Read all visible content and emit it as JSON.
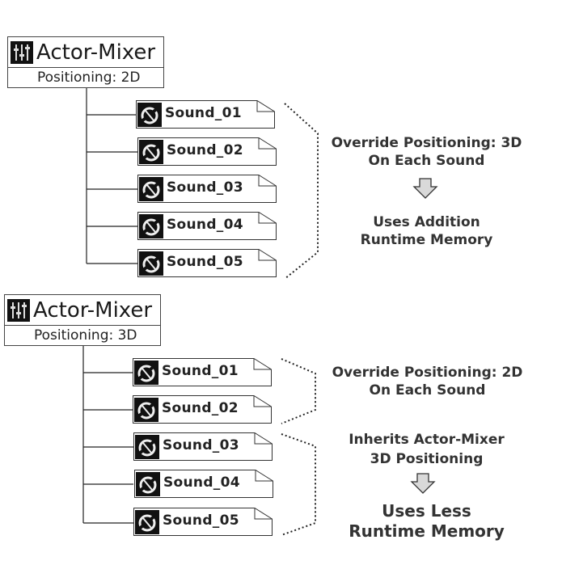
{
  "groups": [
    {
      "title": "Actor-Mixer",
      "positioning": "Positioning: 2D",
      "sounds": [
        "Sound_01",
        "Sound_02",
        "Sound_03",
        "Sound_04",
        "Sound_05"
      ],
      "notes": [
        {
          "line1": "Override Positioning: 3D",
          "line2": "On Each Sound"
        },
        {
          "line1": "Uses Addition",
          "line2": "Runtime Memory"
        }
      ]
    },
    {
      "title": "Actor-Mixer",
      "positioning": "Positioning: 3D",
      "sounds": [
        "Sound_01",
        "Sound_02",
        "Sound_03",
        "Sound_04",
        "Sound_05"
      ],
      "notes": [
        {
          "line1": "Override Positioning: 2D",
          "line2": "On Each Sound"
        },
        {
          "line1": "Inherits Actor-Mixer",
          "line2": "3D Positioning"
        },
        {
          "line1": "Uses Less",
          "line2": "Runtime Memory"
        }
      ]
    }
  ],
  "icons": {
    "actor_mixer": "actor-mixer-icon",
    "sound": "sound-icon",
    "arrow": "down-arrow-icon"
  },
  "colors": {
    "line": "#222222",
    "arrow_fill": "#d9d9d9"
  }
}
